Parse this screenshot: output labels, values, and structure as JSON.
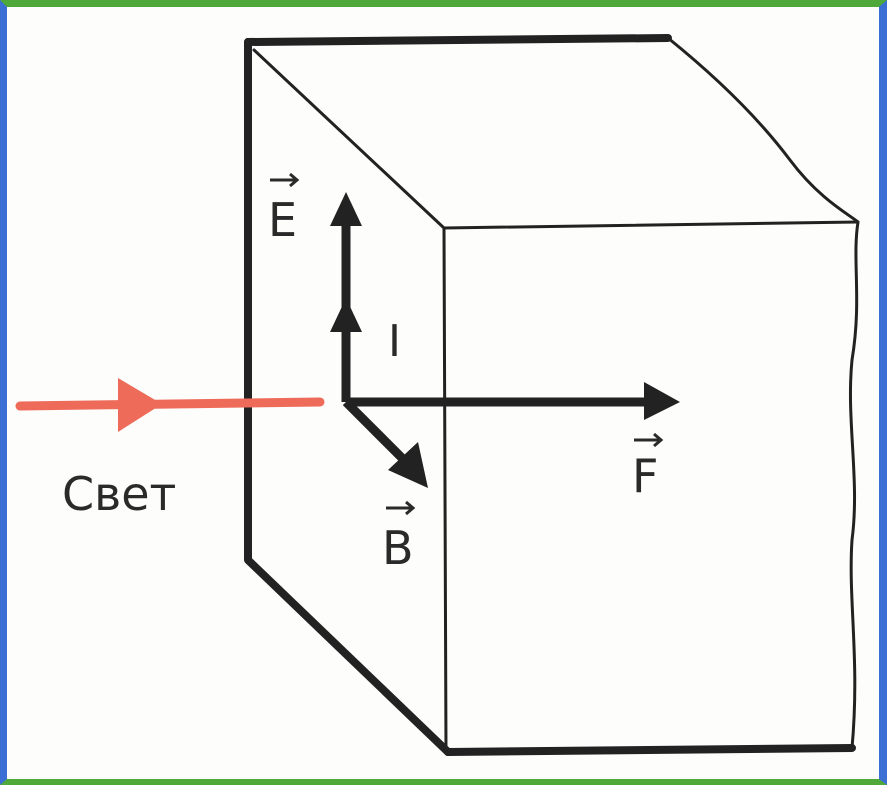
{
  "diagram": {
    "labels": {
      "e_vector": "E",
      "current": "I",
      "b_vector": "B",
      "f_vector": "F",
      "light": "Свет"
    },
    "colors": {
      "frame_top_bottom": "#4ea83a",
      "frame_sides": "#3b6fd4",
      "ink": "#222222",
      "light_ray": "#ee6b5a"
    }
  }
}
